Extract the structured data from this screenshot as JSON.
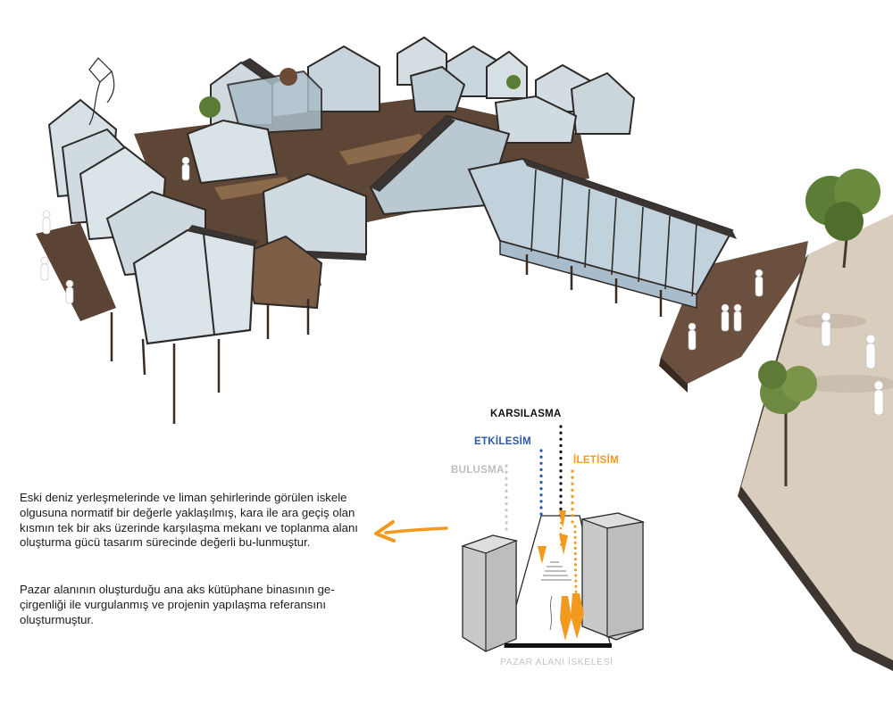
{
  "description_paragraphs": [
    "Eski deniz yerleşmelerinde ve liman şehirlerinde görülen iskele olgusuna normatif bir değerle yaklaşılmış, kara ile ara geçiş olan kısmın tek bir aks üzerinde karşılaşma mekanı ve toplanma alanı oluşturma gücü tasarım sürecinde değerli bu-lunmuştur.",
    "Pazar alanının oluşturduğu ana aks kütüphane binasının ge-çirgenliği ile vurgulanmış ve projenin yapılaşma referansını oluşturmuştur."
  ],
  "diagram": {
    "labels": {
      "karsilasma": "KARSILASMA",
      "etkilesim": "ETKİLESİM",
      "iletisim": "İLETİSİM",
      "bulusma": "BULUSMA",
      "pazar_alani": "PAZAR ALANI İSKELESİ"
    },
    "colors": {
      "karsilasma": "#111111",
      "etkilesim": "#2a5aa6",
      "iletisim": "#f29a1e",
      "bulusma": "#bdbdbd",
      "arrow": "#f29a1e",
      "deck_wood": "#6b5040",
      "ground_sand": "#d8ccbd",
      "tree_green": "#5a7a36"
    }
  }
}
